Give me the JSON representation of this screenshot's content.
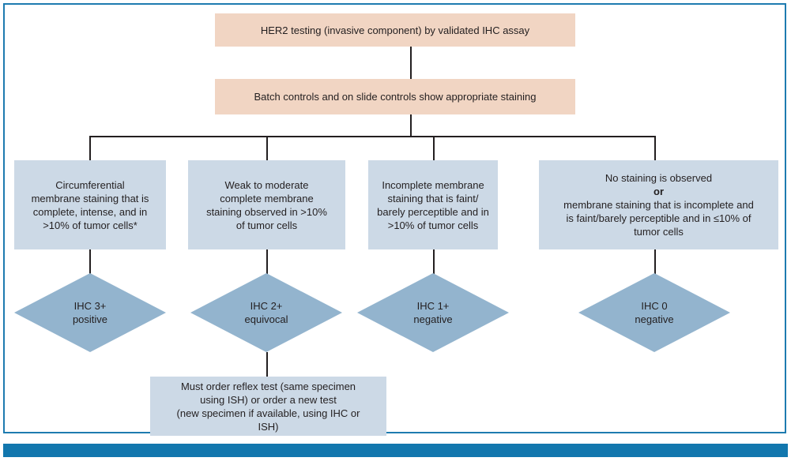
{
  "figure": {
    "type": "flowchart",
    "title": "HER2 testing by validated IHC assay algorithm",
    "colors": {
      "peach_box": "#F1D5C3",
      "light_blue_box": "#CCD9E6",
      "diamond_fill": "#93B4CE",
      "frame_border": "#1E7BB0",
      "bottom_bar": "#1277AE",
      "connector": "#231F20",
      "text": "#231F20"
    }
  },
  "nodes": {
    "start": {
      "label": "HER2 testing (invasive component) by validated IHC assay",
      "shape": "rectangle",
      "fill": "peach"
    },
    "controls": {
      "label": "Batch controls and on slide controls show appropriate staining",
      "shape": "rectangle",
      "fill": "peach"
    },
    "criteria": [
      {
        "id": "criteria-3plus",
        "label": "Circumferential\nmembrane staining that is\ncomplete, intense, and in\n>10% of tumor cells*",
        "shape": "rectangle",
        "fill": "light-blue"
      },
      {
        "id": "criteria-2plus",
        "label": "Weak to moderate\ncomplete membrane\nstaining observed in >10%\nof tumor cells",
        "shape": "rectangle",
        "fill": "light-blue"
      },
      {
        "id": "criteria-1plus",
        "label": "Incomplete membrane\nstaining that is faint/\nbarely perceptible and in\n>10% of tumor cells",
        "shape": "rectangle",
        "fill": "light-blue"
      },
      {
        "id": "criteria-0",
        "label_line1": "No staining is observed",
        "label_bold": "or",
        "label_rest": "membrane staining that is incomplete and\nis faint/barely perceptible and in ≤10% of\ntumor cells",
        "shape": "rectangle",
        "fill": "light-blue"
      }
    ],
    "results": [
      {
        "id": "result-ihc-3plus",
        "label": "IHC 3+\npositive",
        "shape": "diamond"
      },
      {
        "id": "result-ihc-2plus",
        "label": "IHC 2+\nequivocal",
        "shape": "diamond"
      },
      {
        "id": "result-ihc-1plus",
        "label": "IHC 1+\nnegative",
        "shape": "diamond"
      },
      {
        "id": "result-ihc-0",
        "label": "IHC 0\nnegative",
        "shape": "diamond"
      }
    ],
    "reflex": {
      "label": "Must order reflex test (same specimen\nusing ISH) or order a new test\n(new specimen if available, using IHC or\nISH)",
      "shape": "rectangle",
      "fill": "light-blue"
    }
  }
}
